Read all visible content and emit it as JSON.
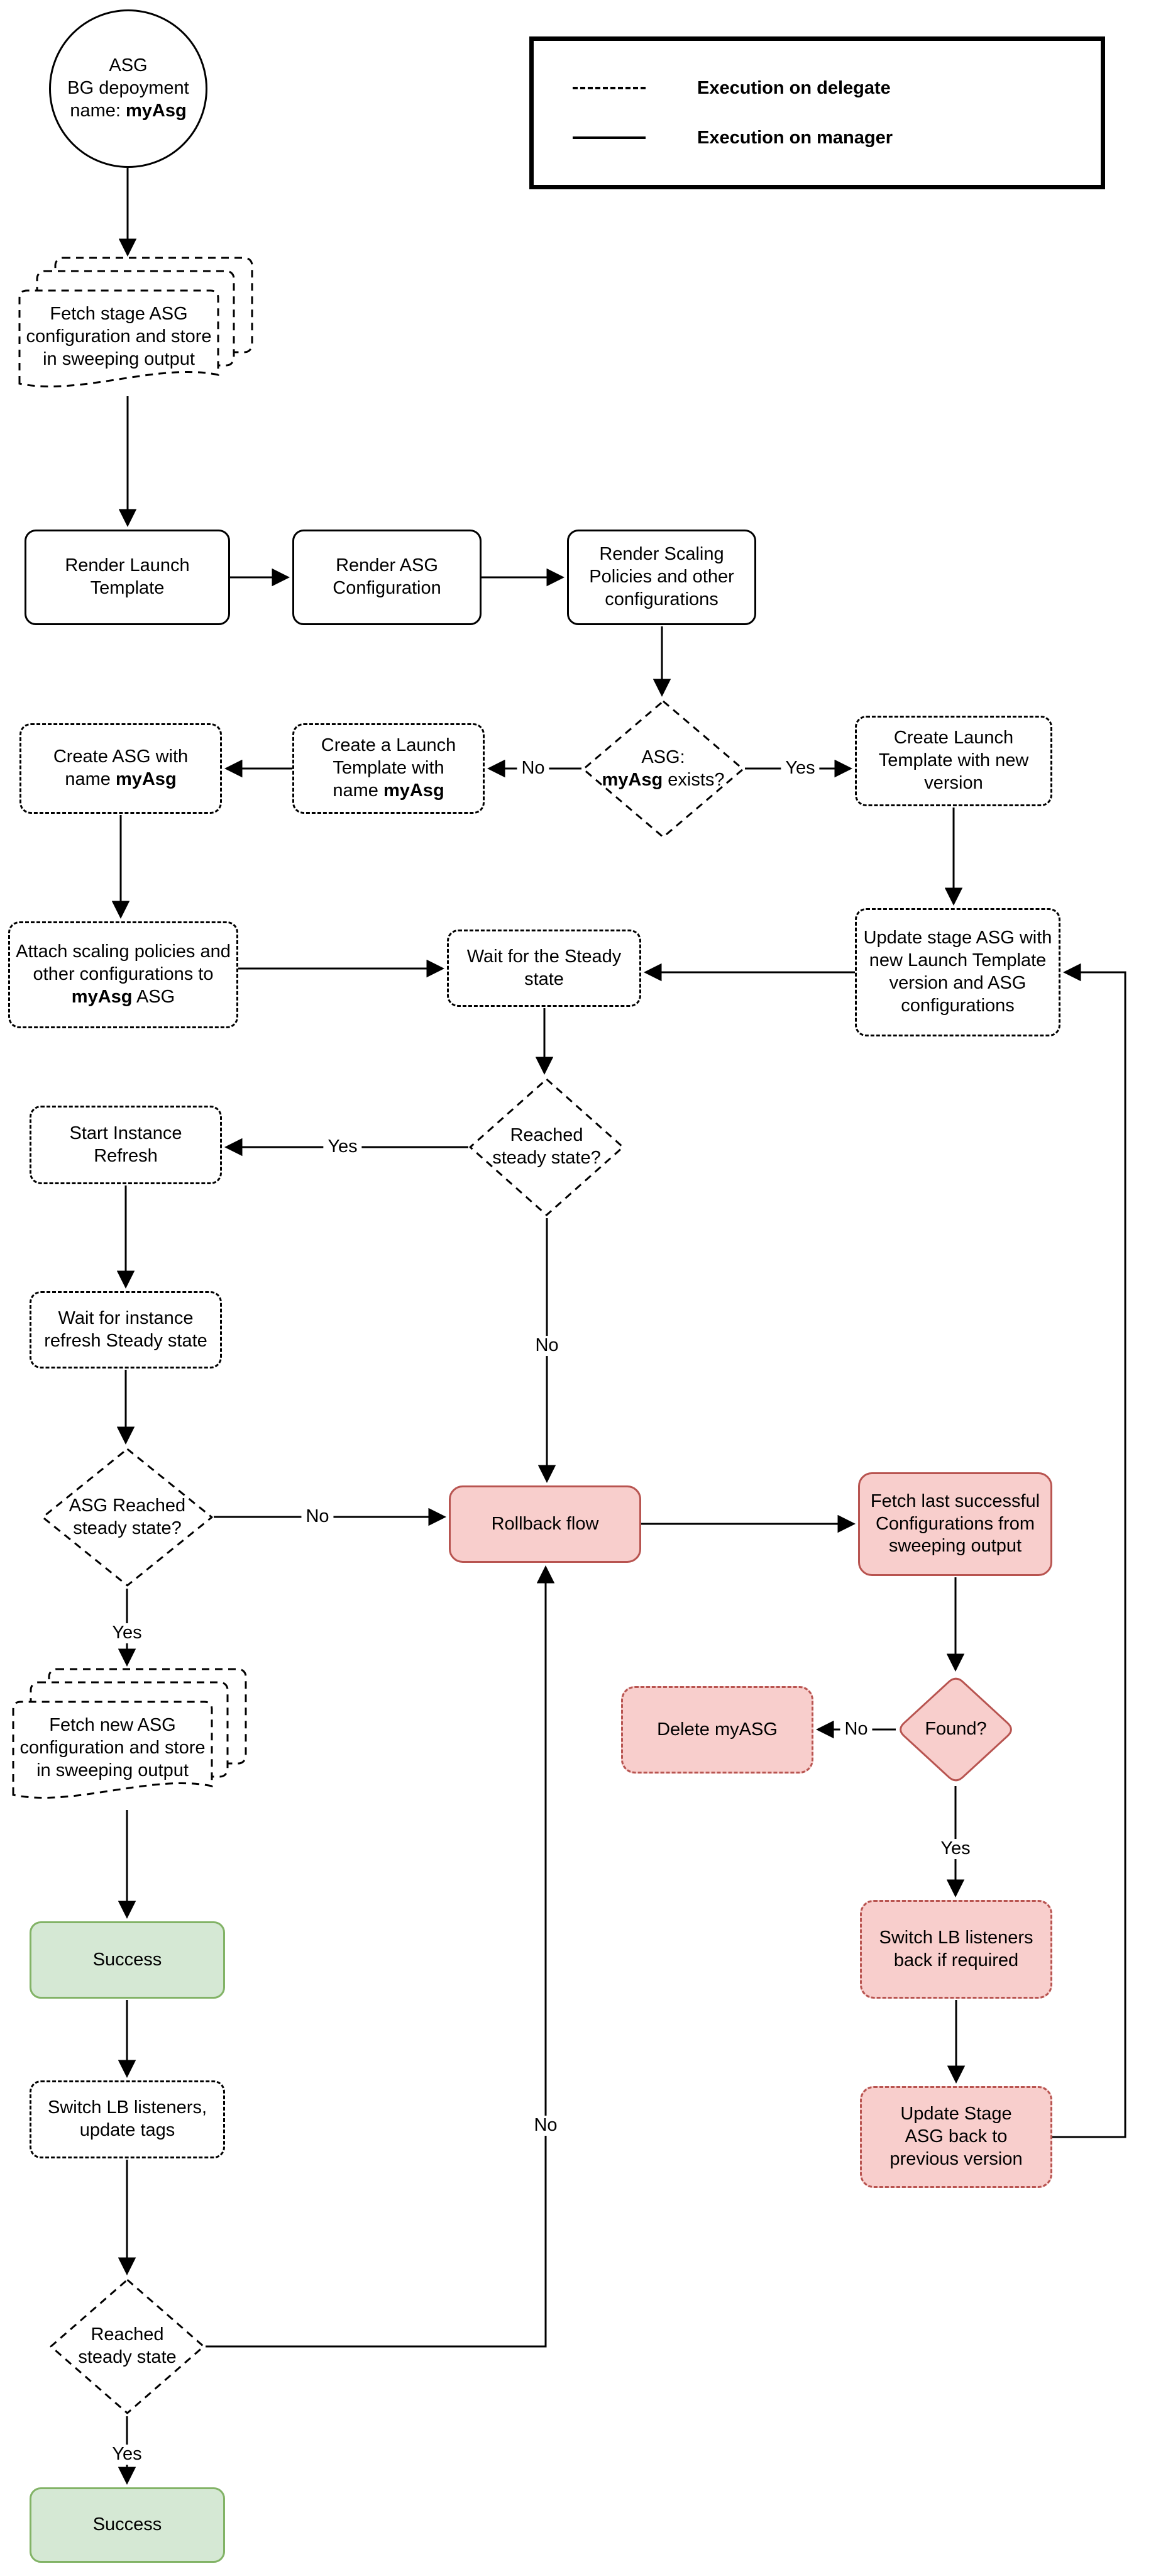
{
  "legend": {
    "delegate_label": "Execution on delegate",
    "manager_label": "Execution on manager"
  },
  "labels": {
    "yes": "Yes",
    "no": "No"
  },
  "colors": {
    "line": "#000000",
    "danger_fill": "#f8cecc",
    "danger_border": "#b85450",
    "success_fill": "#d5e8d4",
    "success_border": "#82b366",
    "background": "#ffffff"
  },
  "nodes": {
    "start": {
      "l1": "ASG",
      "l2": "BG depoyment",
      "l3a": "name: ",
      "l3b": "myAsg"
    },
    "fetch_stage": {
      "text": "Fetch stage ASG configuration and store in sweeping output"
    },
    "render_launch": {
      "text": "Render Launch Template"
    },
    "render_asg": {
      "text": "Render ASG Configuration"
    },
    "render_scaling": {
      "text": "Render Scaling Policies and other configurations"
    },
    "asg_exists": {
      "l1": "ASG:",
      "l2a": "myAsg",
      "l2b": " exists?"
    },
    "create_launch_named": {
      "a": "Create a Launch Template with name ",
      "b": "myAsg"
    },
    "create_asg": {
      "a": "Create ASG with name ",
      "b": "myAsg"
    },
    "create_launch_new": {
      "text": "Create Launch Template with new version"
    },
    "attach_policies": {
      "a": "Attach scaling policies and other configurations to ",
      "b": "myAsg",
      "c": " ASG"
    },
    "update_stage": {
      "text": "Update stage ASG with new Launch Template version and ASG configurations"
    },
    "wait_steady": {
      "text": "Wait for the Steady state"
    },
    "reached_steady_q": {
      "l1": "Reached",
      "l2": "steady state?"
    },
    "start_refresh": {
      "text": "Start Instance Refresh"
    },
    "wait_refresh": {
      "text": "Wait for instance refresh Steady state"
    },
    "asg_reached_q": {
      "l1": "ASG Reached",
      "l2": "steady state?"
    },
    "rollback": {
      "text": "Rollback flow"
    },
    "fetch_last": {
      "text": "Fetch last successful Configurations from sweeping output"
    },
    "found_q": {
      "text": "Found?"
    },
    "delete_asg": {
      "text": "Delete myASG"
    },
    "switch_back": {
      "text": "Switch LB listeners back if required"
    },
    "update_back": {
      "text": "Update Stage ASG back to previous version"
    },
    "fetch_new": {
      "text": "Fetch new ASG configuration and store in sweeping output"
    },
    "success_mid": {
      "text": "Success"
    },
    "switch_lb": {
      "text": "Switch LB listeners, update tags"
    },
    "reached_steady_final": {
      "l1": "Reached",
      "l2": "steady state"
    },
    "success_final": {
      "text": "Success"
    }
  }
}
